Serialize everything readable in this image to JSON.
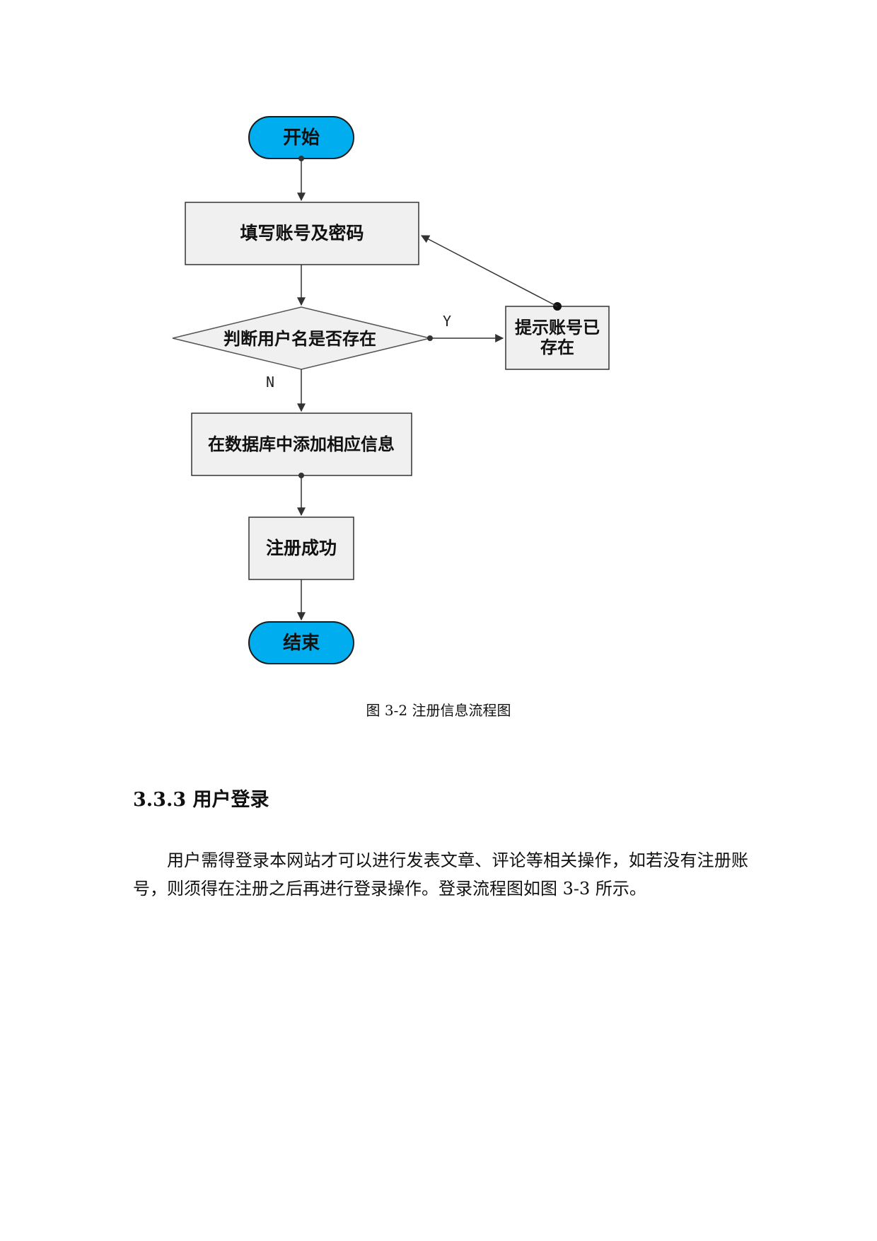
{
  "flowchart": {
    "start_label": "开始",
    "step1_label": "填写账号及密码",
    "decision_label": "判断用户名是否存在",
    "yes_label": "Y",
    "no_label": "N",
    "exists_label_line1": "提示账号已",
    "exists_label_line2": "存在",
    "step2_label": "在数据库中添加相应信息",
    "step3_label": "注册成功",
    "end_label": "结束",
    "colors": {
      "terminal_fill": "#00aeef",
      "process_fill": "#f0f0f0",
      "stroke": "#333333"
    }
  },
  "caption": "图 3-2 注册信息流程图",
  "section": {
    "heading": "3.3.3 用户登录",
    "paragraph": "用户需得登录本网站才可以进行发表文章、评论等相关操作，如若没有注册账号，则须得在注册之后再进行登录操作。登录流程图如图 3-3 所示。"
  }
}
